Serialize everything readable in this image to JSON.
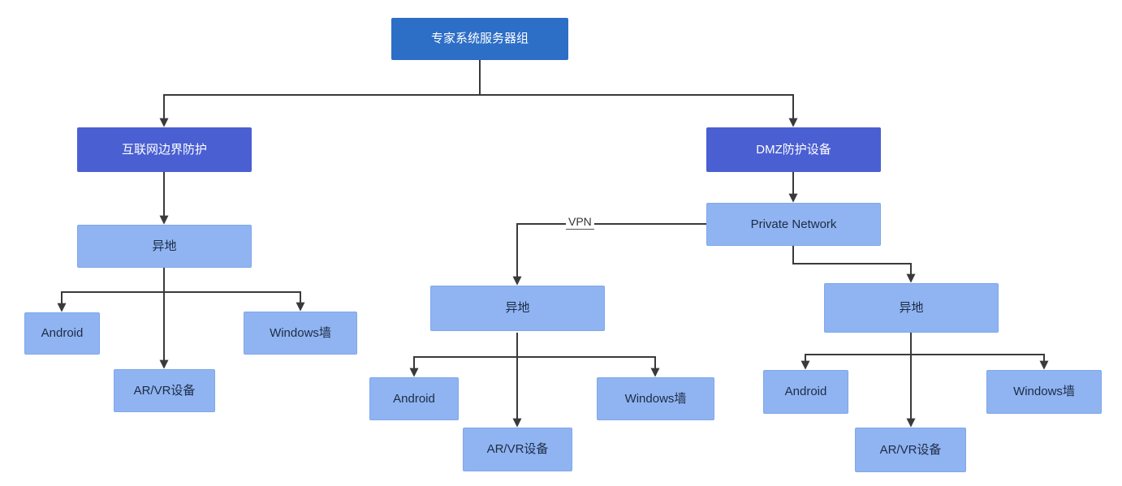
{
  "colors": {
    "canvas_bg": "#ffffff",
    "root_fill": "#2d6ec6",
    "branch_fill": "#4a5fd2",
    "leaf_fill": "#8fb4f1",
    "leaf_border": "#7fa7ea",
    "dark_text": "#ffffff",
    "leaf_text": "#1e2b45",
    "line_color": "#3a3a3a"
  },
  "nodes": {
    "root": {
      "label": "专家系统服务器组"
    },
    "internet_edge": {
      "label": "互联网边界防护"
    },
    "dmz": {
      "label": "DMZ防护设备"
    },
    "private_network": {
      "label": "Private Network"
    },
    "remote_left": {
      "label": "异地"
    },
    "remote_mid": {
      "label": "异地"
    },
    "remote_right": {
      "label": "异地"
    },
    "android_left": {
      "label": "Android"
    },
    "arvr_left": {
      "label": "AR/VR设备"
    },
    "windows_left": {
      "label": "Windows墙"
    },
    "android_mid": {
      "label": "Android"
    },
    "arvr_mid": {
      "label": "AR/VR设备"
    },
    "windows_mid": {
      "label": "Windows墙"
    },
    "android_right": {
      "label": "Android"
    },
    "arvr_right": {
      "label": "AR/VR设备"
    },
    "windows_right": {
      "label": "Windows墙"
    }
  },
  "edge_labels": {
    "vpn": "VPN"
  }
}
